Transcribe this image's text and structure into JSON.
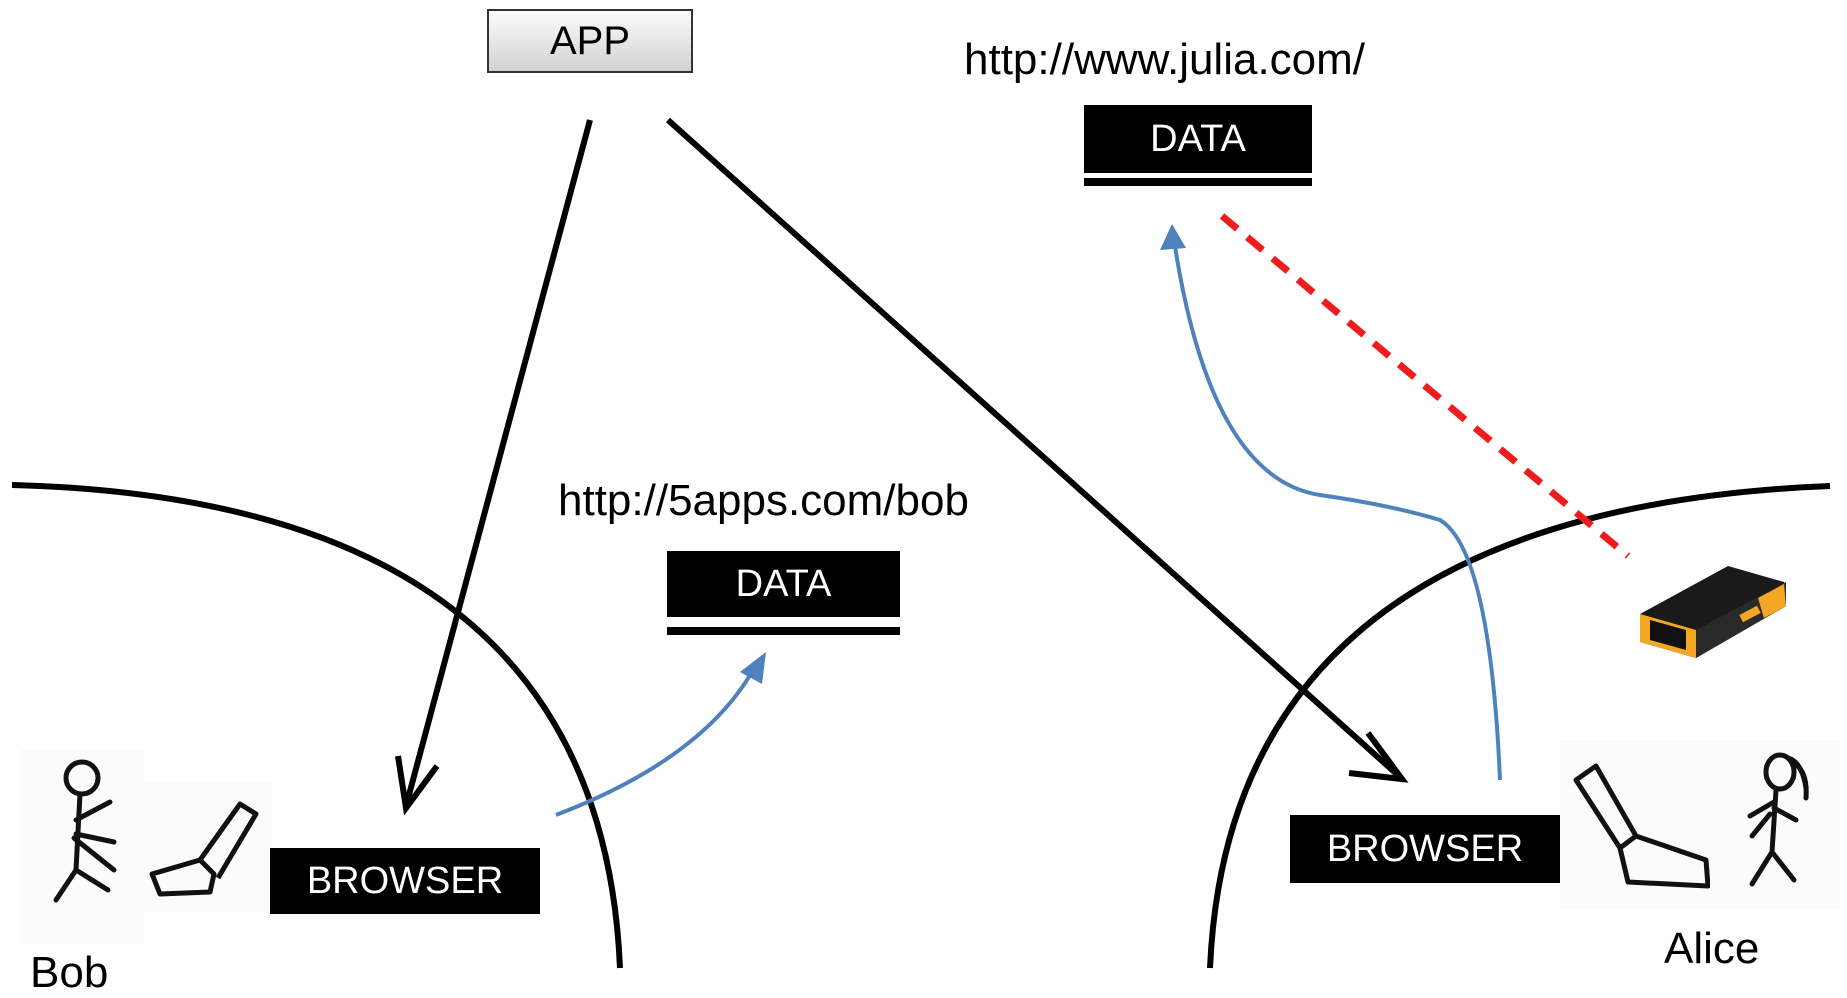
{
  "app_box": {
    "label": "APP"
  },
  "data_stores": [
    {
      "url": "http://www.julia.com/",
      "label": "DATA"
    },
    {
      "url": "http://5apps.com/bob",
      "label": "DATA"
    }
  ],
  "browsers": [
    {
      "label": "BROWSER"
    },
    {
      "label": "BROWSER"
    }
  ],
  "people": [
    {
      "name": "Bob"
    },
    {
      "name": "Alice"
    }
  ],
  "colors": {
    "black_arrow": "#000000",
    "blue_arrow": "#4f81bd",
    "red_dashed": "#ee1c1c",
    "device_body": "#1a1a1a",
    "device_trim": "#f5a623"
  },
  "icons": [
    "stick-figure-icon",
    "chair-icon",
    "storage-device-icon"
  ]
}
